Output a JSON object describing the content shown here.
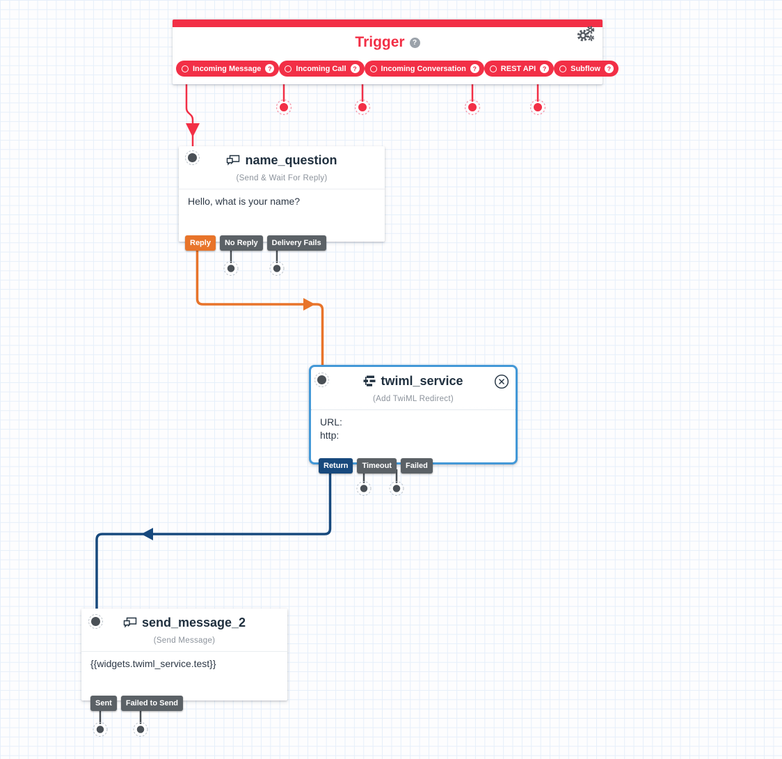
{
  "colors": {
    "red": "#f22f46",
    "orange": "#e8742a",
    "navy": "#17497d",
    "gray_button": "#5b6166",
    "dot_gray": "#4a5056",
    "selection_blue": "#4398d7",
    "title_text": "#20303f",
    "subtitle_text": "#8b929b",
    "body_text": "#2c3745",
    "grid_line": "#e6effa",
    "canvas_bg": "#fdfdfe"
  },
  "trigger": {
    "title": "Trigger",
    "help": "?",
    "pills": [
      {
        "label": "Incoming Message",
        "help": "?"
      },
      {
        "label": "Incoming Call",
        "help": "?"
      },
      {
        "label": "Incoming Conversation",
        "help": "?"
      },
      {
        "label": "REST API",
        "help": "?"
      },
      {
        "label": "Subflow",
        "help": "?"
      }
    ]
  },
  "widgets": [
    {
      "name": "name_question",
      "type_label": "(Send & Wait For Reply)",
      "body": "Hello, what is your name?",
      "transitions": [
        {
          "label": "Reply"
        },
        {
          "label": "No Reply"
        },
        {
          "label": "Delivery Fails"
        }
      ]
    },
    {
      "name": "twiml_service",
      "type_label": "(Add TwiML Redirect)",
      "body_lines": [
        "URL:",
        "http:"
      ],
      "transitions": [
        {
          "label": "Return"
        },
        {
          "label": "Timeout"
        },
        {
          "label": "Failed"
        }
      ]
    },
    {
      "name": "send_message_2",
      "type_label": "(Send Message)",
      "body": "{{widgets.twiml_service.test}}",
      "transitions": [
        {
          "label": "Sent"
        },
        {
          "label": "Failed to Send"
        }
      ]
    }
  ]
}
